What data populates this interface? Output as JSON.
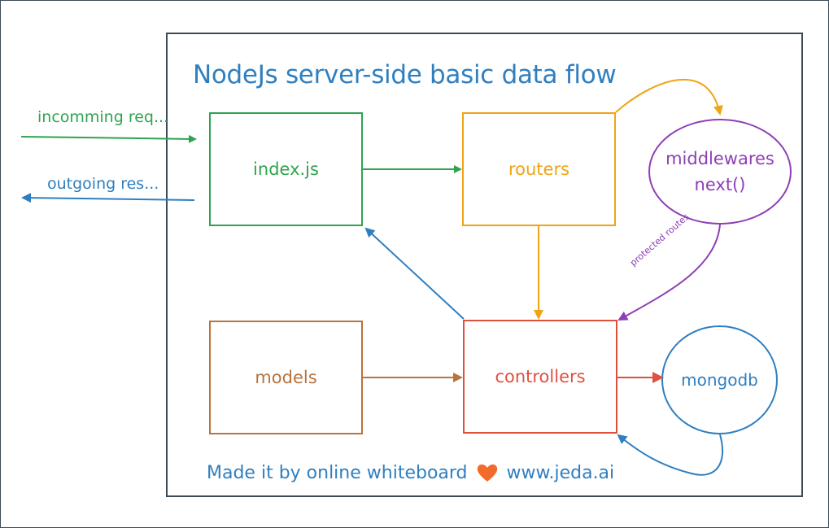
{
  "title": "NodeJs server-side basic data flow",
  "nodes": {
    "index": "index.js",
    "routers": "routers",
    "middlewares_line1": "middlewares",
    "middlewares_line2": "next()",
    "models": "models",
    "controllers": "controllers",
    "mongodb": "mongodb"
  },
  "edge_labels": {
    "incoming": "incomming req...",
    "outgoing": "outgoing res...",
    "protected": "protected routes"
  },
  "footer": {
    "text_before": "Made it by online whiteboard",
    "text_after": "www.jeda.ai"
  },
  "colors": {
    "green": "#2ea44f",
    "orange": "#f0a413",
    "purple": "#8e3fb5",
    "brown": "#b8733e",
    "red": "#e0503f",
    "blue": "#2f7fc0",
    "heart": "#f26b2a"
  }
}
